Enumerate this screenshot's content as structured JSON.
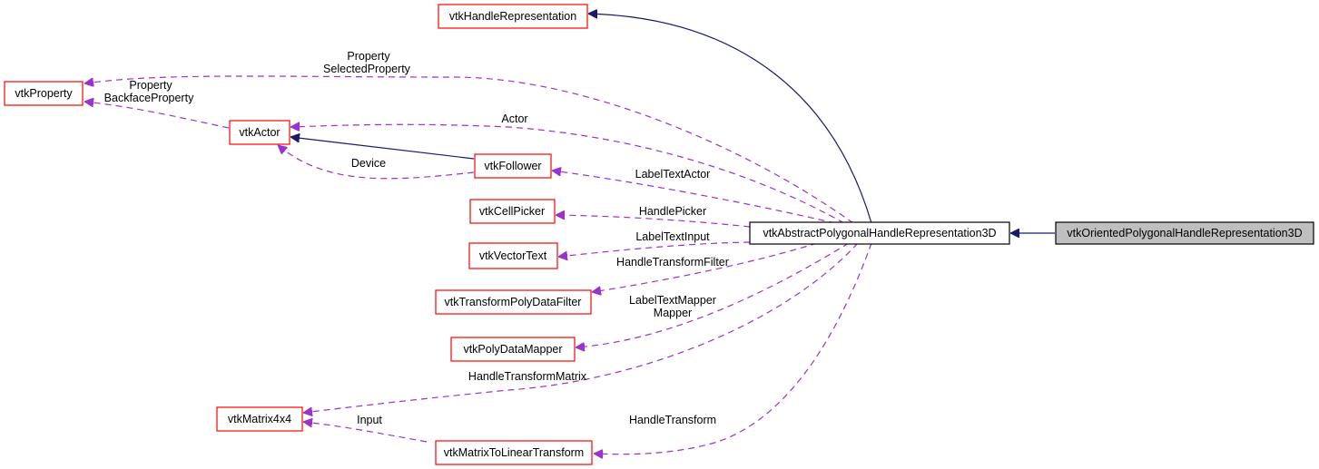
{
  "diagram": {
    "title": "Collaboration diagram for vtkOrientedPolygonalHandleRepresentation3D",
    "colors": {
      "inheritance_edge": "#191970",
      "usage_edge": "#9a32cd",
      "node_border": "#ff0000",
      "focus_fill": "#bfbfbf"
    },
    "nodes": {
      "vtkHandleRepresentation": "vtkHandleRepresentation",
      "vtkProperty": "vtkProperty",
      "vtkActor": "vtkActor",
      "vtkFollower": "vtkFollower",
      "vtkCellPicker": "vtkCellPicker",
      "vtkVectorText": "vtkVectorText",
      "vtkTransformPolyDataFilter": "vtkTransformPolyDataFilter",
      "vtkPolyDataMapper": "vtkPolyDataMapper",
      "vtkMatrix4x4": "vtkMatrix4x4",
      "vtkMatrixToLinearTransform": "vtkMatrixToLinearTransform",
      "vtkAbstractPolygonalHandleRepresentation3D": "vtkAbstractPolygonalHandleRepresentation3D",
      "vtkOrientedPolygonalHandleRepresentation3D": "vtkOrientedPolygonalHandleRepresentation3D"
    },
    "edge_labels": {
      "prop_selected_1": "Property",
      "prop_selected_2": "SelectedProperty",
      "prop_backface_1": "Property",
      "prop_backface_2": "BackfaceProperty",
      "actor": "Actor",
      "device": "Device",
      "label_text_actor": "LabelTextActor",
      "handle_picker": "HandlePicker",
      "label_text_input": "LabelTextInput",
      "handle_transform_filter": "HandleTransformFilter",
      "mapper_1": "LabelTextMapper",
      "mapper_2": "Mapper",
      "handle_transform_matrix": "HandleTransformMatrix",
      "input": "Input",
      "handle_transform": "HandleTransform"
    }
  }
}
